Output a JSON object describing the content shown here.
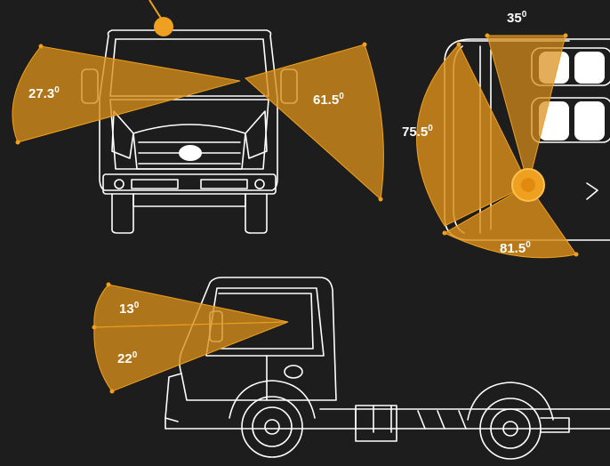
{
  "colors": {
    "background": "#1d1d1d",
    "accent": "#f0a020",
    "fan_fill": "#d98e1a",
    "line": "#ffffff"
  },
  "front_view": {
    "left_angle": {
      "value": "27.3",
      "unit": "0"
    },
    "right_angle": {
      "value": "61.5",
      "unit": "0"
    }
  },
  "top_view": {
    "top_angle": {
      "value": "35",
      "unit": "0"
    },
    "left_angle": {
      "value": "75.5",
      "unit": "0"
    },
    "bottom_angle": {
      "value": "81.5",
      "unit": "0"
    }
  },
  "side_view": {
    "upper_angle": {
      "value": "13",
      "unit": "0"
    },
    "lower_angle": {
      "value": "22",
      "unit": "0"
    }
  }
}
